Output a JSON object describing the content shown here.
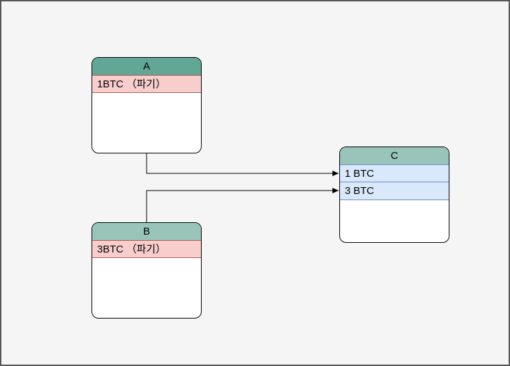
{
  "canvas": {
    "kind": "diagram-canvas"
  },
  "colors": {
    "canvas-bg": "#f5f5f5",
    "canvas-border": "#555555",
    "node-border": "#000000",
    "header-a-bg": "#62a795",
    "header-b-bg": "#99c4ba",
    "header-c-bg": "#99c4ba",
    "pink-row-bg": "#f8cecc",
    "pink-row-border": "#b85450",
    "blue-row-bg": "#dae8fc",
    "blue-row-border": "#6c8ebf",
    "edge-color": "#000000",
    "text-color": "#000000"
  },
  "nodes": [
    {
      "id": "A",
      "title": "A",
      "rows": [
        {
          "label": "1BTC （파기）"
        }
      ]
    },
    {
      "id": "B",
      "title": "B",
      "rows": [
        {
          "label": "3BTC （파기）"
        }
      ]
    },
    {
      "id": "C",
      "title": "C",
      "rows": [
        {
          "label": "1 BTC"
        },
        {
          "label": "3 BTC"
        }
      ]
    }
  ],
  "edges": [
    {
      "from": "A",
      "to": "C",
      "to_row": "1 BTC"
    },
    {
      "from": "B",
      "to": "C",
      "to_row": "3 BTC"
    }
  ]
}
